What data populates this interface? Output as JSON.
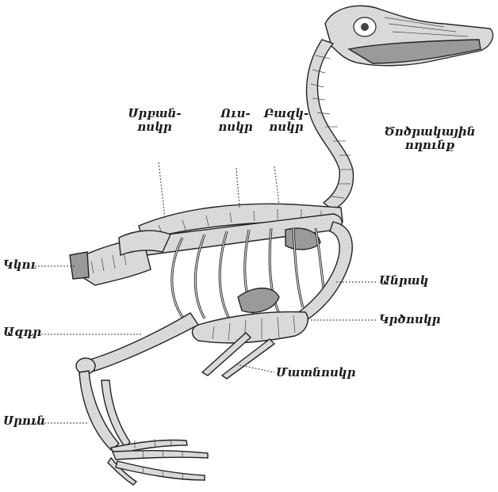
{
  "labels": {
    "top_left": [
      "Սրբան-",
      "ոսկր"
    ],
    "top_mid": [
      "Ուս-",
      "ոսկր"
    ],
    "top_right": [
      "Բազկ-",
      "ոսկր"
    ],
    "neck": [
      "Ծոծրակային",
      "ողունք"
    ],
    "tail": "Կկու",
    "thigh": "Ազդր",
    "shin": "Սրուն",
    "side_a": "Անրակ",
    "side_b": "Կրծոսկր",
    "bottom": "Մատնոսկր"
  },
  "colors": {
    "ink": "#1a1a1a",
    "bone_fill": "#d9d9d9",
    "bone_shadow": "#9a9a9a"
  }
}
